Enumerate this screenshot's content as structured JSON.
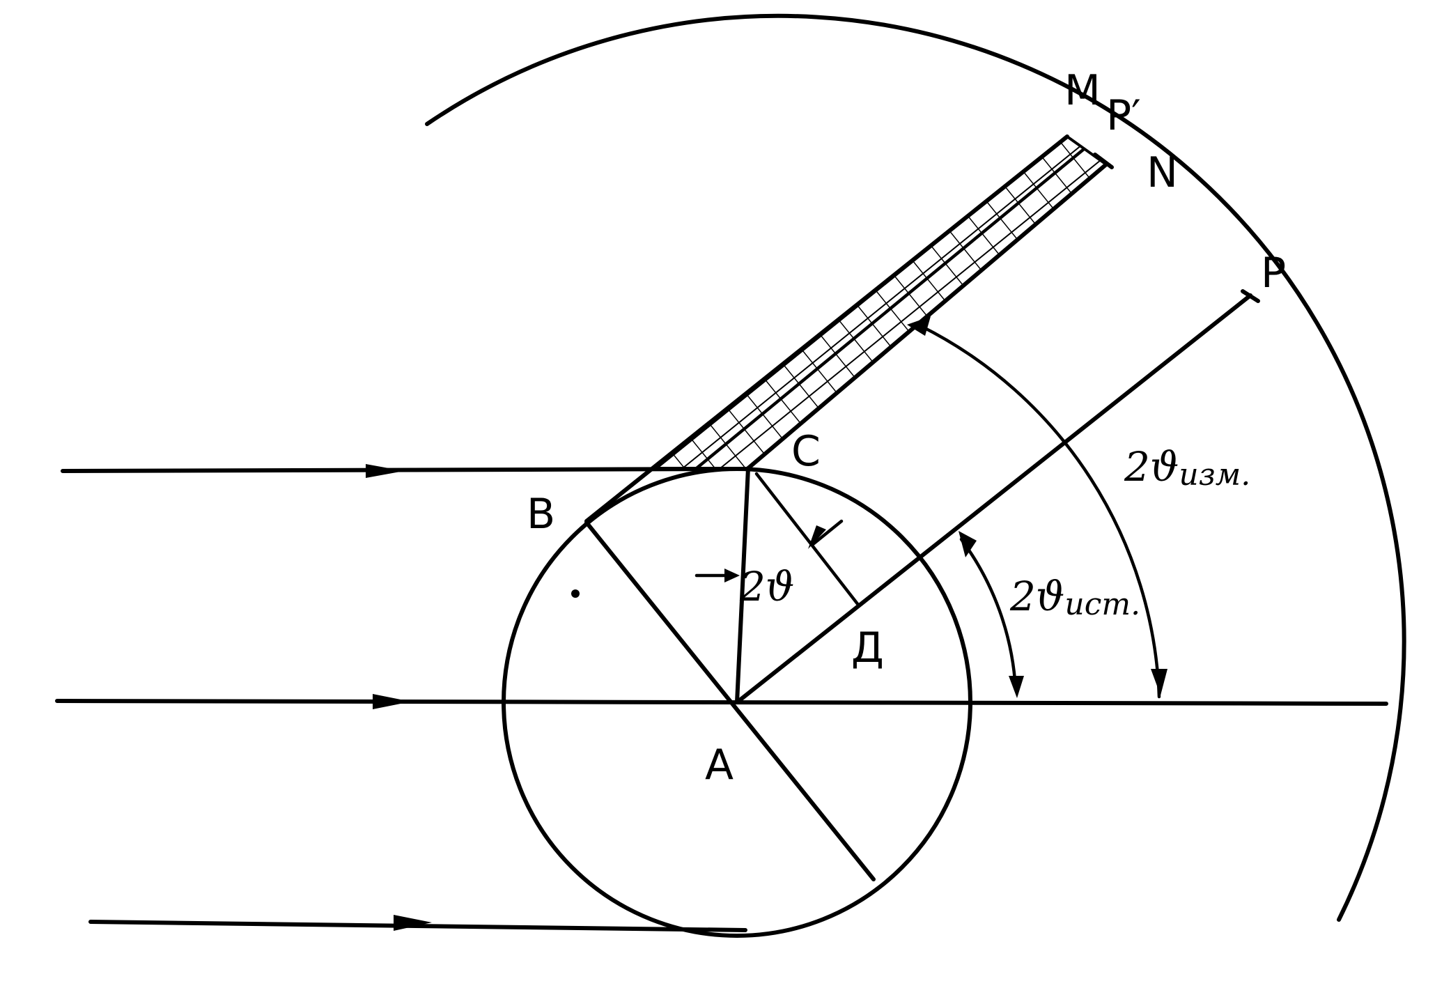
{
  "labels": {
    "M": "M",
    "P_prime": "P′",
    "N": "N",
    "P": "P",
    "C": "C",
    "B": "B",
    "A": "A",
    "D": "Д",
    "two_theta": "2ϑ",
    "two_theta_meas_main": "2ϑ",
    "two_theta_meas_sub": "изм.",
    "two_theta_true_main": "2ϑ",
    "two_theta_true_sub": "ист."
  }
}
